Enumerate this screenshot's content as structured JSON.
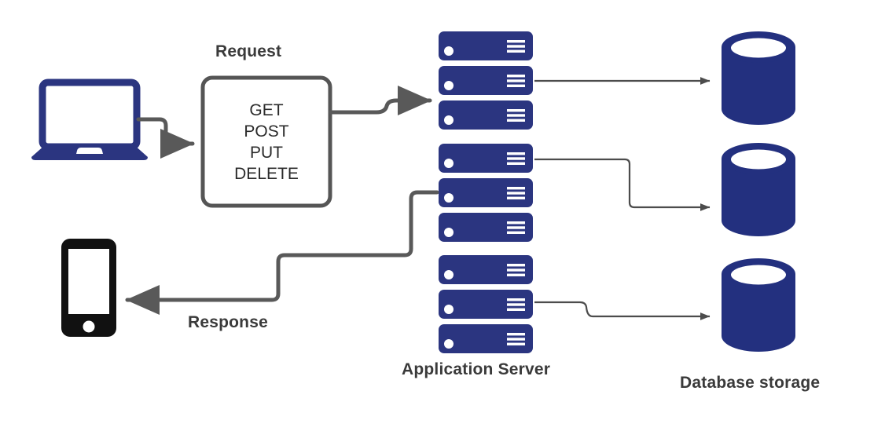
{
  "diagram": {
    "title": "Application server and database storage request/response flow",
    "background": "#ffffff",
    "colors": {
      "device_blue": "#2b3580",
      "server_blue": "#2b3580",
      "database_blue": "#23307f",
      "phone_black": "#111111",
      "connector_gray": "#595959",
      "box_border": "#555555",
      "label_text": "#3a3a3a",
      "verb_text": "#2b2b2b"
    },
    "labels": {
      "request": "Request",
      "response": "Response",
      "application_server": "Application Server",
      "database_storage": "Database storage"
    },
    "http_methods_box": {
      "name": "http-methods-box",
      "methods": [
        "GET",
        "POST",
        "PUT",
        "DELETE"
      ]
    },
    "client_devices": [
      {
        "name": "laptop",
        "icon": "laptop-icon",
        "role": "request-origin"
      },
      {
        "name": "smartphone",
        "icon": "smartphone-icon",
        "role": "response-target"
      }
    ],
    "server_stacks": [
      {
        "name": "server-stack-1",
        "units": 3,
        "icon": "server-icon"
      },
      {
        "name": "server-stack-2",
        "units": 3,
        "icon": "server-icon"
      },
      {
        "name": "server-stack-3",
        "units": 3,
        "icon": "server-icon"
      }
    ],
    "databases": [
      {
        "name": "database-1",
        "icon": "database-cylinder-icon"
      },
      {
        "name": "database-2",
        "icon": "database-cylinder-icon"
      },
      {
        "name": "database-3",
        "icon": "database-cylinder-icon"
      }
    ],
    "connectors": [
      {
        "name": "laptop-to-methods-box",
        "from": "laptop",
        "to": "http-methods-box",
        "arrow": true,
        "style": "thick"
      },
      {
        "name": "methods-box-to-server-stack-1",
        "from": "http-methods-box",
        "to": "server-stack-1",
        "arrow": true,
        "style": "thick"
      },
      {
        "name": "server-stack-2-to-smartphone",
        "from": "server-stack-2",
        "to": "smartphone",
        "arrow": true,
        "style": "thick"
      },
      {
        "name": "server-stack-1-to-database-1",
        "from": "server-stack-1",
        "to": "database-1",
        "arrow": true,
        "style": "thin"
      },
      {
        "name": "server-stack-2-to-database-2",
        "from": "server-stack-2",
        "to": "database-2",
        "arrow": true,
        "style": "thin"
      },
      {
        "name": "server-stack-3-to-database-3",
        "from": "server-stack-3",
        "to": "database-3",
        "arrow": true,
        "style": "thin"
      }
    ]
  }
}
